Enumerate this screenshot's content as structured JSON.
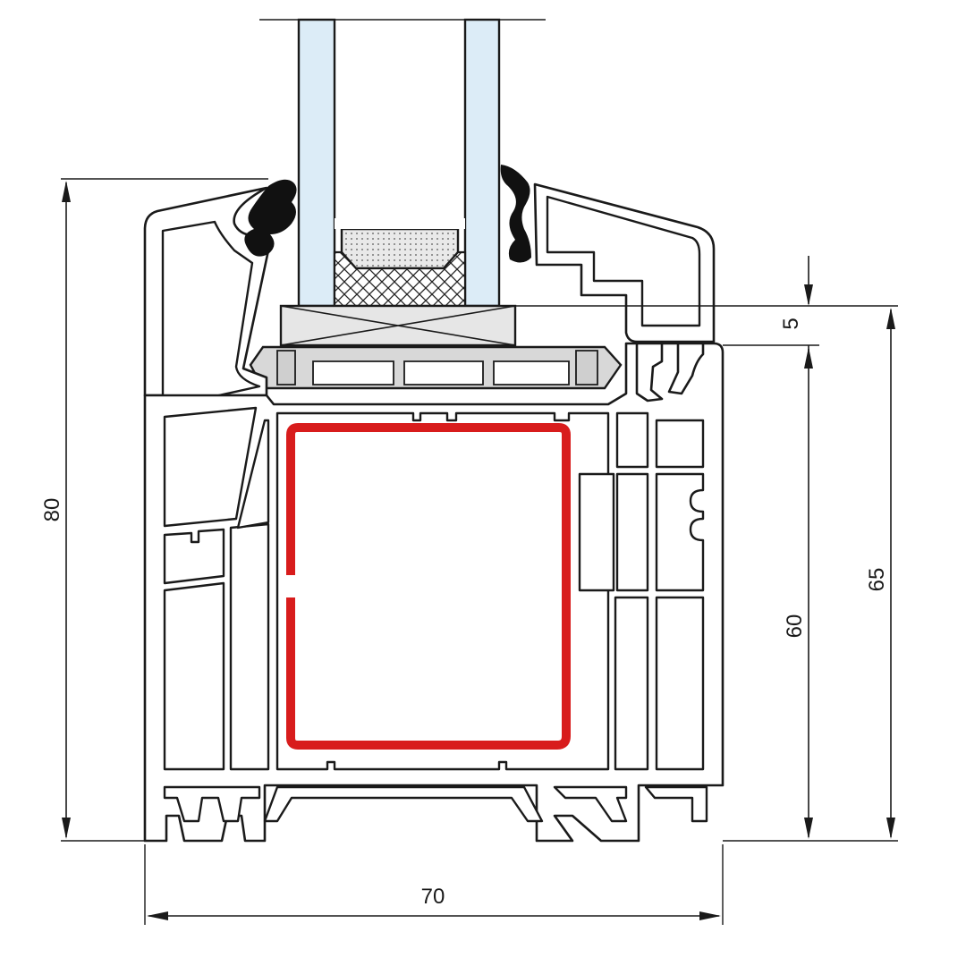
{
  "dimensions": {
    "overall_height": "80",
    "frame_depth": "70",
    "frame_height": "65",
    "sash_height": "60",
    "overlap": "5"
  },
  "colors": {
    "steel_reinforcement": "#d81c1c",
    "glass": "#dcecf7",
    "gasket": "#111111",
    "glazing_block": "#e6e6e6",
    "setting_block": "#d8d8d8"
  }
}
